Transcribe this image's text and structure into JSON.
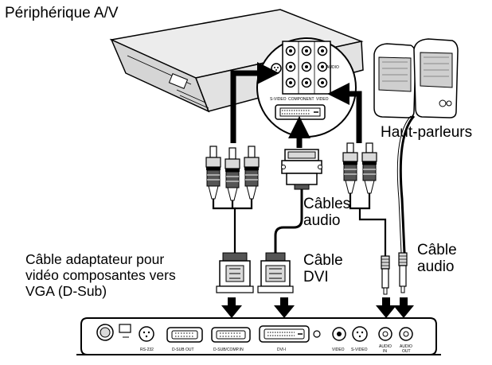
{
  "labels": {
    "source_device": "Périphérique A/V",
    "speakers": "Haut-parleurs",
    "audio_cables": [
      "Câbles",
      "audio"
    ],
    "dvi_cable": [
      "Câble",
      "DVI"
    ],
    "audio_cable": [
      "Câble",
      "audio"
    ],
    "vga_adapter_cable": [
      "Câble adaptateur pour",
      "vidéo composantes vers",
      "VGA (D-Sub)"
    ]
  },
  "device_ports": {
    "svideo": "S-VIDEO",
    "component": "COMPONENT",
    "video": "VIDEO",
    "audio": "AUDIO"
  },
  "projector_ports": {
    "rs232": "RS-232",
    "dsub_out": "D-SUB OUT",
    "dsub_comp_in": "D-SUB/COMP.IN",
    "dvi": "DVI-I",
    "video": "VIDEO",
    "svideo": "S-VIDEO",
    "audio_in": [
      "AUDIO",
      "IN"
    ],
    "audio_out": [
      "AUDIO",
      "OUT"
    ]
  },
  "colors": {
    "ink": "#000000",
    "panel": "#ffffff",
    "shade": "#d9d9d9",
    "dark_shade": "#555555"
  }
}
